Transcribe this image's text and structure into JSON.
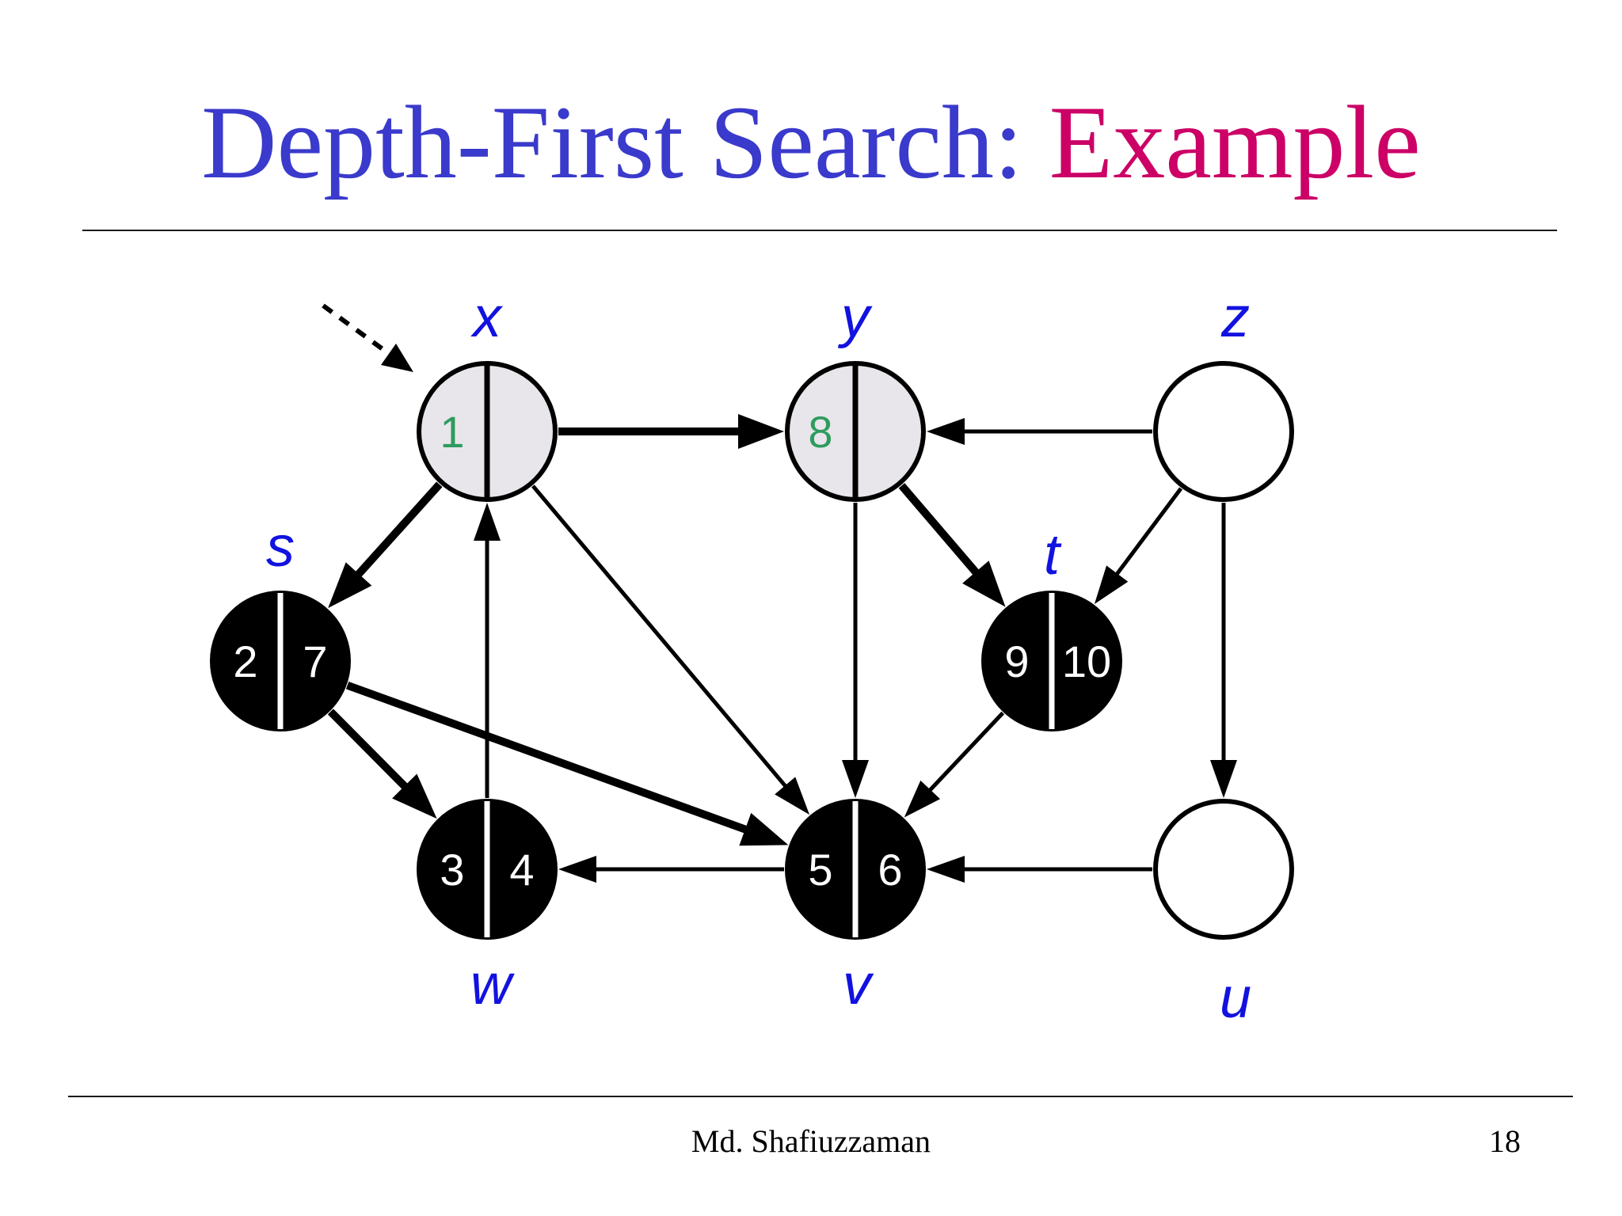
{
  "title": {
    "main": "Depth-First Search: ",
    "accent": "Example"
  },
  "footer": {
    "author": "Md. Shafiuzzaman",
    "page": "18"
  },
  "colors": {
    "title_main": "#3a3acc",
    "title_accent": "#cc0066",
    "vertex_label": "#1212e0",
    "discovered_number": "#2e9c5e",
    "gray_fill": "#e8e6ea",
    "black_fill": "#000000"
  },
  "graph": {
    "start_marker": "dashed-arrow-to-x",
    "vertices": [
      {
        "id": "x",
        "label": "x",
        "state": "gray",
        "d": "1",
        "f": ""
      },
      {
        "id": "y",
        "label": "y",
        "state": "gray",
        "d": "8",
        "f": ""
      },
      {
        "id": "z",
        "label": "z",
        "state": "white",
        "d": "",
        "f": ""
      },
      {
        "id": "s",
        "label": "s",
        "state": "black",
        "d": "2",
        "f": "7"
      },
      {
        "id": "t",
        "label": "t",
        "state": "black",
        "d": "9",
        "f": "10"
      },
      {
        "id": "w",
        "label": "w",
        "state": "black",
        "d": "3",
        "f": "4"
      },
      {
        "id": "v",
        "label": "v",
        "state": "black",
        "d": "5",
        "f": "6"
      },
      {
        "id": "u",
        "label": "u",
        "state": "white",
        "d": "",
        "f": ""
      }
    ],
    "edges": [
      {
        "from": "x",
        "to": "y",
        "tree": true
      },
      {
        "from": "x",
        "to": "s",
        "tree": true
      },
      {
        "from": "x",
        "to": "v",
        "tree": false
      },
      {
        "from": "w",
        "to": "x",
        "tree": false
      },
      {
        "from": "s",
        "to": "w",
        "tree": true
      },
      {
        "from": "s",
        "to": "v",
        "tree": true
      },
      {
        "from": "v",
        "to": "w",
        "tree": false
      },
      {
        "from": "y",
        "to": "v",
        "tree": false
      },
      {
        "from": "y",
        "to": "t",
        "tree": true
      },
      {
        "from": "t",
        "to": "v",
        "tree": false
      },
      {
        "from": "z",
        "to": "y",
        "tree": false
      },
      {
        "from": "z",
        "to": "t",
        "tree": false
      },
      {
        "from": "z",
        "to": "u",
        "tree": false
      },
      {
        "from": "u",
        "to": "v",
        "tree": false
      }
    ]
  }
}
